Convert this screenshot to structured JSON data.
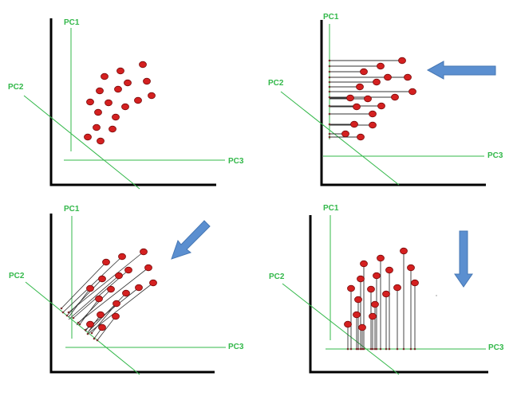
{
  "labels": {
    "pc1": "PC1",
    "pc2": "PC2",
    "pc3": "PC3"
  },
  "colors": {
    "pc_axis": "#33b84a",
    "point_fill": "#d42020",
    "point_stroke": "#7a0a0a",
    "arrow_fill": "#5b8fd0",
    "arrow_stroke": "#4677b4",
    "frame": "#000000"
  },
  "panels": [
    {
      "id": "original",
      "projection": "none",
      "arrow": "none"
    },
    {
      "id": "project-onto-pc1-pc2-plane",
      "projection": "pc3",
      "arrow": "left"
    },
    {
      "id": "project-onto-pc1-pc3-plane",
      "projection": "pc2",
      "arrow": "down-left"
    },
    {
      "id": "project-onto-pc2-pc3-plane",
      "projection": "pc1",
      "arrow": "down"
    }
  ]
}
